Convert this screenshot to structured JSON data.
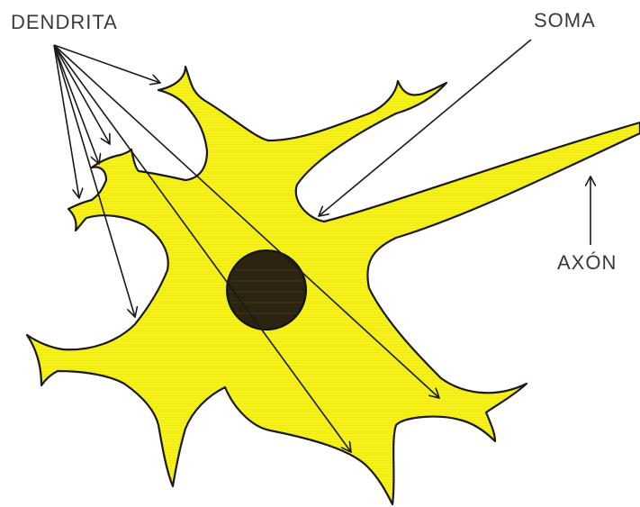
{
  "labels": {
    "dendrita": "DENDRITA",
    "soma": "SOMA",
    "axon": "AXÓN"
  },
  "colors": {
    "cell_fill": "#f7f21a",
    "cell_stroke": "#1a1a1a",
    "nucleus": "#2a2410",
    "arrow": "#1a1a1a",
    "label_text": "#3a3a3a"
  }
}
